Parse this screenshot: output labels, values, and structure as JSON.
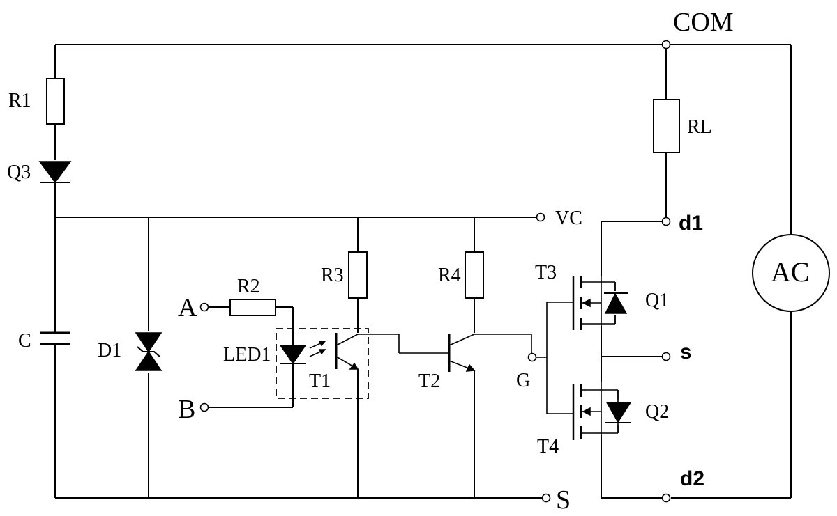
{
  "labels": {
    "com": "COM",
    "r1": "R1",
    "q3": "Q3",
    "rl": "RL",
    "vc": "VC",
    "d1_node": "d1",
    "ac": "AC",
    "c": "C",
    "d1": "D1",
    "a": "A",
    "b": "B",
    "r2": "R2",
    "r3": "R3",
    "r4": "R4",
    "led1": "LED1",
    "t1": "T1",
    "t2": "T2",
    "t3": "T3",
    "t4": "T4",
    "q1": "Q1",
    "q2": "Q2",
    "g": "G",
    "s_node": "s",
    "d2_node": "d2",
    "s_ground": "S"
  }
}
